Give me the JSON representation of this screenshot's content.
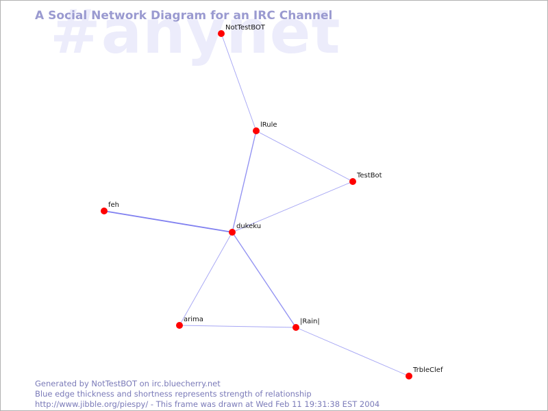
{
  "watermark": "#anynet",
  "title": "A Social Network Diagram for an IRC Channel",
  "colors": {
    "edge": "#8080f0",
    "node": "#ff0000",
    "title": "#9a9ad0",
    "watermark": "#ececfb",
    "footer": "#7a7ab8"
  },
  "nodes": [
    {
      "id": "NotTestBOT",
      "label": "NotTestBOT"
    },
    {
      "id": "lRule",
      "label": "lRule"
    },
    {
      "id": "TestBot",
      "label": "TestBot"
    },
    {
      "id": "feh",
      "label": "feh"
    },
    {
      "id": "dukeku",
      "label": "dukeku"
    },
    {
      "id": "arima",
      "label": "arima"
    },
    {
      "id": "Rain",
      "label": "|Rain|"
    },
    {
      "id": "TrbleClef",
      "label": "TrbleClef"
    }
  ],
  "edges": [
    {
      "source": "NotTestBOT",
      "target": "lRule",
      "weight": 1
    },
    {
      "source": "lRule",
      "target": "TestBot",
      "weight": 1
    },
    {
      "source": "lRule",
      "target": "dukeku",
      "weight": 2
    },
    {
      "source": "TestBot",
      "target": "dukeku",
      "weight": 1
    },
    {
      "source": "feh",
      "target": "dukeku",
      "weight": 3
    },
    {
      "source": "dukeku",
      "target": "arima",
      "weight": 1
    },
    {
      "source": "dukeku",
      "target": "Rain",
      "weight": 2
    },
    {
      "source": "arima",
      "target": "Rain",
      "weight": 1
    },
    {
      "source": "Rain",
      "target": "TrbleClef",
      "weight": 1
    }
  ],
  "footer": {
    "line1": "Generated by NotTestBOT on irc.bluecherry.net",
    "line2": "Blue edge thickness and shortness represents strength of relationship",
    "line3": "http://www.jibble.org/piespy/ - This frame was drawn at Wed Feb 11 19:31:38 EST 2004"
  }
}
